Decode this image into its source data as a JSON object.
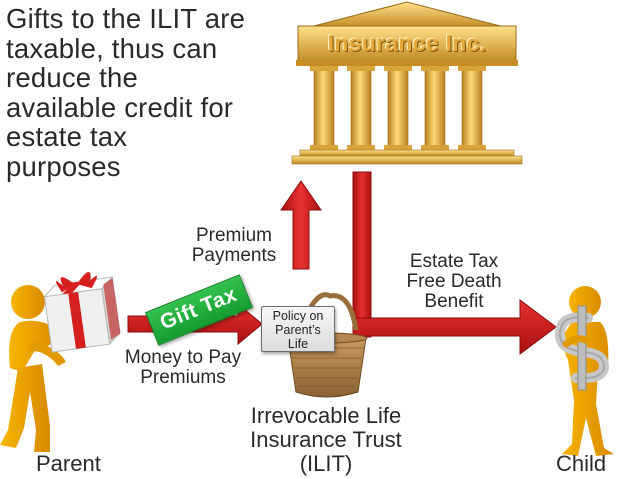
{
  "headline": [
    "Gifts to the ILIT are",
    "taxable, thus can",
    "reduce the",
    "available credit for",
    "estate tax",
    "purposes"
  ],
  "building": {
    "name": "Insurance Inc.",
    "icon": "bank-building-icon"
  },
  "labels": {
    "premium_payments": [
      "Premium",
      "Payments"
    ],
    "estate_tax_benefit": [
      "Estate Tax",
      "Free Death",
      "Benefit"
    ],
    "money_to_pay": [
      "Money to Pay",
      "Premiums"
    ],
    "ilit": [
      "Irrevocable Life",
      "Insurance Trust",
      "(ILIT)"
    ],
    "policy": [
      "Policy on",
      "Parent’s",
      "Life"
    ],
    "gift_tax": "Gift Tax",
    "parent": "Parent",
    "child": "Child"
  },
  "icons": {
    "parent": "person-with-gift-icon",
    "child": "person-with-dollar-icon",
    "basket": "wicker-basket-icon"
  },
  "colors": {
    "arrow_red": "#d42020",
    "gold": "#e6a93b",
    "gift_tax_green": "#1fae3a",
    "figure_orange": "#f2a900"
  }
}
